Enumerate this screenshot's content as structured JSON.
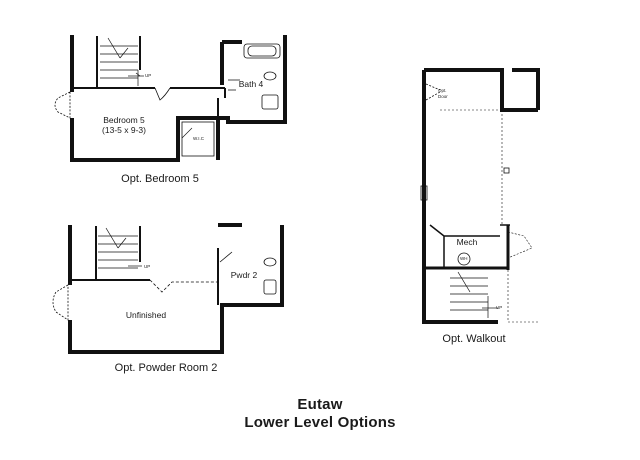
{
  "plans": {
    "bedroom5": {
      "caption": "Opt. Bedroom 5",
      "bedroom_name": "Bedroom 5",
      "bedroom_dims": "(13-5 x 9-3)",
      "bath_name": "Bath 4",
      "wic_label": "W.I.C",
      "stair_label": "UP"
    },
    "powder2": {
      "caption": "Opt. Powder Room 2",
      "unfinished_label": "Unfinished",
      "powder_name": "Pwdr 2",
      "stair_label": "UP"
    },
    "walkout": {
      "caption": "Opt. Walkout",
      "mech_label": "Mech",
      "wh_label": "WH",
      "door_label_line1": "Opt.",
      "door_label_line2": "Door",
      "stair_label": "UP"
    }
  },
  "footer": {
    "title": "Eutaw",
    "subtitle": "Lower Level Options"
  }
}
